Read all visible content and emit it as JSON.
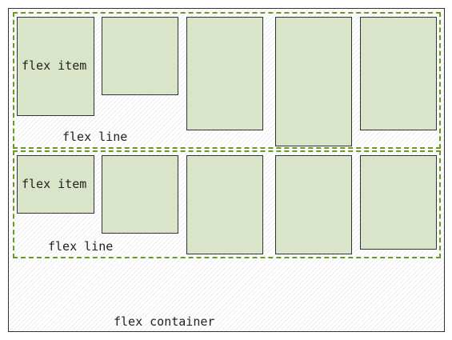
{
  "diagram": {
    "container_label": "flex container",
    "lines": [
      {
        "label": "flex line",
        "item_label": "flex item",
        "item_count": 5
      },
      {
        "label": "flex line",
        "item_label": "flex item",
        "item_count": 5
      }
    ]
  },
  "colors": {
    "item_fill": "#d9e4c8",
    "line_border": "#6a9a24",
    "border": "#333333"
  }
}
